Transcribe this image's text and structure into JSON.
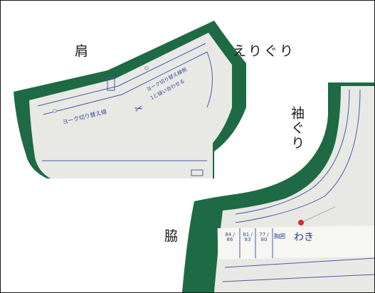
{
  "labels": {
    "shoulder": "肩",
    "neckline": "えりぐり",
    "armhole": "袖ぐり",
    "side": "脇"
  },
  "pattern_text": {
    "yoke_switch": "ヨーク切り替え線",
    "yoke_switch_note": "ヨーク切り替え線側",
    "align": "1と縫い合わせる",
    "waki": "わき",
    "size_a": "84 / 86",
    "size_b": "81 / 83",
    "size_c": "77 / 80",
    "mune": "胸囲"
  },
  "colors": {
    "fabric": "#1e6a45",
    "fabric_dark": "#154d32",
    "paper": "#e8e9e4",
    "paper_line": "#4a5aa8",
    "pin": "#d43030"
  }
}
